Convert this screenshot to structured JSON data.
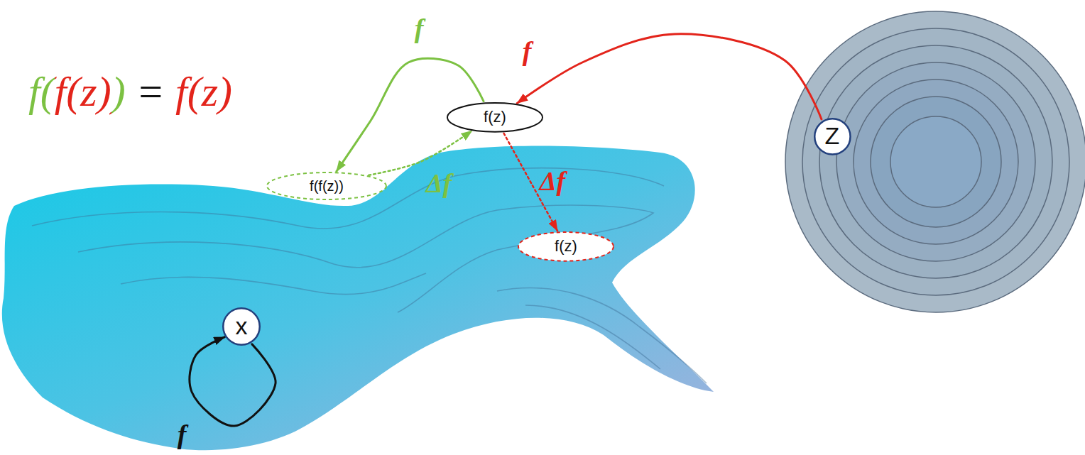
{
  "diagram": {
    "nodes": [
      {
        "text": [
          "f(z)"
        ]
      },
      {
        "text": [
          "Z"
        ]
      },
      {
        "text": [
          "f(f(z))"
        ]
      },
      {
        "text": [
          "f(z)"
        ]
      },
      {
        "text": [
          "x"
        ]
      }
    ],
    "edges": [
      {
        "from": 1,
        "to": 0,
        "arrow": "to",
        "label": "f"
      },
      {
        "from": 0,
        "to": 2,
        "arrow": "to",
        "label": "f"
      },
      {
        "from": 2,
        "to": 0,
        "arrow": "to",
        "label": "Δf"
      },
      {
        "from": 0,
        "to": 3,
        "arrow": "to",
        "label": "Δf"
      },
      {
        "from": 4,
        "to": 4,
        "arrow": "to",
        "label": "f"
      }
    ],
    "labels": [
      "f(f(z)) = f(z)"
    ]
  }
}
